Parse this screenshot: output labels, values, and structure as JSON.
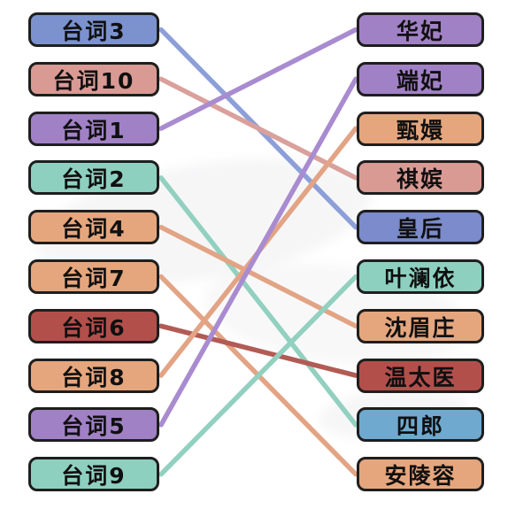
{
  "game": {
    "type": "line-matching",
    "background_color": "#ffffff",
    "button_border_color": "#1e1e1e",
    "text_color": "#101010"
  },
  "left_column": {
    "items": [
      {
        "label": "台词3",
        "color": "#7b92cf"
      },
      {
        "label": "台词10",
        "color": "#d99a94"
      },
      {
        "label": "台词1",
        "color": "#a181c5"
      },
      {
        "label": "台词2",
        "color": "#8ed0bf"
      },
      {
        "label": "台词4",
        "color": "#e5a67e"
      },
      {
        "label": "台词7",
        "color": "#e5a67e"
      },
      {
        "label": "台词6",
        "color": "#b34f4b"
      },
      {
        "label": "台词8",
        "color": "#e5a67e"
      },
      {
        "label": "台词5",
        "color": "#a181c5"
      },
      {
        "label": "台词9",
        "color": "#8ed0bf"
      }
    ]
  },
  "right_column": {
    "items": [
      {
        "label": "华妃",
        "color": "#a181c5"
      },
      {
        "label": "端妃",
        "color": "#a181c5"
      },
      {
        "label": "甄嬛",
        "color": "#e5a67e"
      },
      {
        "label": "祺嫔",
        "color": "#d99a94"
      },
      {
        "label": "皇后",
        "color": "#7b8bcb"
      },
      {
        "label": "叶澜依",
        "color": "#8ed0bf"
      },
      {
        "label": "沈眉庄",
        "color": "#e5a67e"
      },
      {
        "label": "温太医",
        "color": "#b34f4b"
      },
      {
        "label": "四郎",
        "color": "#6fa9cf"
      },
      {
        "label": "安陵容",
        "color": "#e5a67e"
      }
    ]
  },
  "connections": [
    {
      "from": "台词3",
      "to": "皇后",
      "from_index": 0,
      "to_index": 4,
      "color": "#8d9fd9"
    },
    {
      "from": "台词10",
      "to": "祺嫔",
      "from_index": 1,
      "to_index": 3,
      "color": "#daa09b"
    },
    {
      "from": "台词1",
      "to": "华妃",
      "from_index": 2,
      "to_index": 0,
      "color": "#a98bd0"
    },
    {
      "from": "台词2",
      "to": "四郎",
      "from_index": 3,
      "to_index": 8,
      "color": "#92d0bf"
    },
    {
      "from": "台词4",
      "to": "沈眉庄",
      "from_index": 4,
      "to_index": 6,
      "color": "#e2a484"
    },
    {
      "from": "台词7",
      "to": "安陵容",
      "from_index": 5,
      "to_index": 9,
      "color": "#e2a484"
    },
    {
      "from": "台词6",
      "to": "温太医",
      "from_index": 6,
      "to_index": 7,
      "color": "#b25b55"
    },
    {
      "from": "台词8",
      "to": "甄嬛",
      "from_index": 7,
      "to_index": 2,
      "color": "#e2a484"
    },
    {
      "from": "台词5",
      "to": "端妃",
      "from_index": 8,
      "to_index": 1,
      "color": "#a98bd0"
    },
    {
      "from": "台词9",
      "to": "叶澜依",
      "from_index": 9,
      "to_index": 5,
      "color": "#92d0bf"
    }
  ]
}
